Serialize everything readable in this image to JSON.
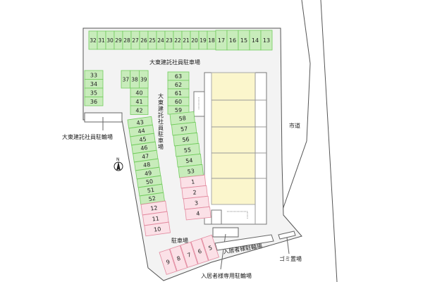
{
  "colors": {
    "staff_slot_fill": "#c8ecbb",
    "staff_slot_stroke": "#72cc5e",
    "resident_slot_fill": "#fbe1e7",
    "resident_slot_stroke": "#e38ba0",
    "building_fill": "#fbf6cc",
    "lot_fill": "#f3f3f3"
  },
  "labels": {
    "staff_parking_h": "大東建託社員駐車場",
    "staff_parking_v": "大東建託社員駐車場",
    "staff_bicycle": "大東建託社員駐輪場",
    "city_road": "市道",
    "parking": "駐車場",
    "resident_bicycle": "入居者様駐輪場",
    "resident_private_bicycle": "入居者様専用駐輪場",
    "garbage": "ゴミ置場",
    "north": "N"
  },
  "north_icon": "compass-north-icon",
  "slots": {
    "top_small": [
      "32",
      "31",
      "30",
      "29",
      "28",
      "27",
      "26",
      "25",
      "24",
      "23",
      "22",
      "21",
      "20",
      "19",
      "18"
    ],
    "top_large": [
      "17",
      "16",
      "15",
      "14",
      "13"
    ],
    "left_block": [
      "33",
      "34",
      "35",
      "36"
    ],
    "mid_top_row": [
      "37",
      "38",
      "39"
    ],
    "mid_column": [
      "40",
      "41",
      "42"
    ],
    "right_column": [
      "63",
      "62",
      "61",
      "60",
      "59"
    ],
    "right_slanted": [
      "58",
      "57",
      "56",
      "55",
      "54",
      "53"
    ],
    "resident_right": [
      "1",
      "2",
      "3",
      "4"
    ],
    "left_slanted": [
      "43",
      "44",
      "45",
      "46",
      "47",
      "48",
      "49",
      "50",
      "51",
      "52"
    ],
    "resident_left": [
      "12",
      "11",
      "10"
    ],
    "resident_bottom": [
      "9",
      "8",
      "7",
      "6",
      "5"
    ]
  }
}
